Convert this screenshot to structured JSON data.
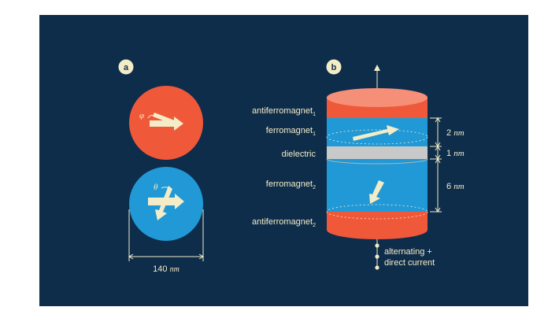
{
  "panel_a": {
    "tag": "a",
    "phi_symbol": "φ",
    "theta_symbol": "θ",
    "diameter_value": "140",
    "diameter_unit": "nm"
  },
  "panel_b": {
    "tag": "b",
    "layers": [
      {
        "name": "antiferromagnet",
        "subscript": "1"
      },
      {
        "name": "ferromagnet",
        "subscript": "1"
      },
      {
        "name": "dielectric",
        "subscript": ""
      },
      {
        "name": "ferromagnet",
        "subscript": "2"
      },
      {
        "name": "antiferromagnet",
        "subscript": "2"
      }
    ],
    "dimensions": [
      {
        "value": "2",
        "unit": "nm"
      },
      {
        "value": "1",
        "unit": "nm"
      },
      {
        "value": "6",
        "unit": "nm"
      }
    ],
    "current_label_line1": "alternating +",
    "current_label_line2": "direct current"
  },
  "colors": {
    "background": "#0e2d4b",
    "antiferromagnet": "#f0583a",
    "ferromagnet": "#2199d6",
    "dielectric": "#c9c9c9",
    "arrow": "#f3ecc6"
  }
}
